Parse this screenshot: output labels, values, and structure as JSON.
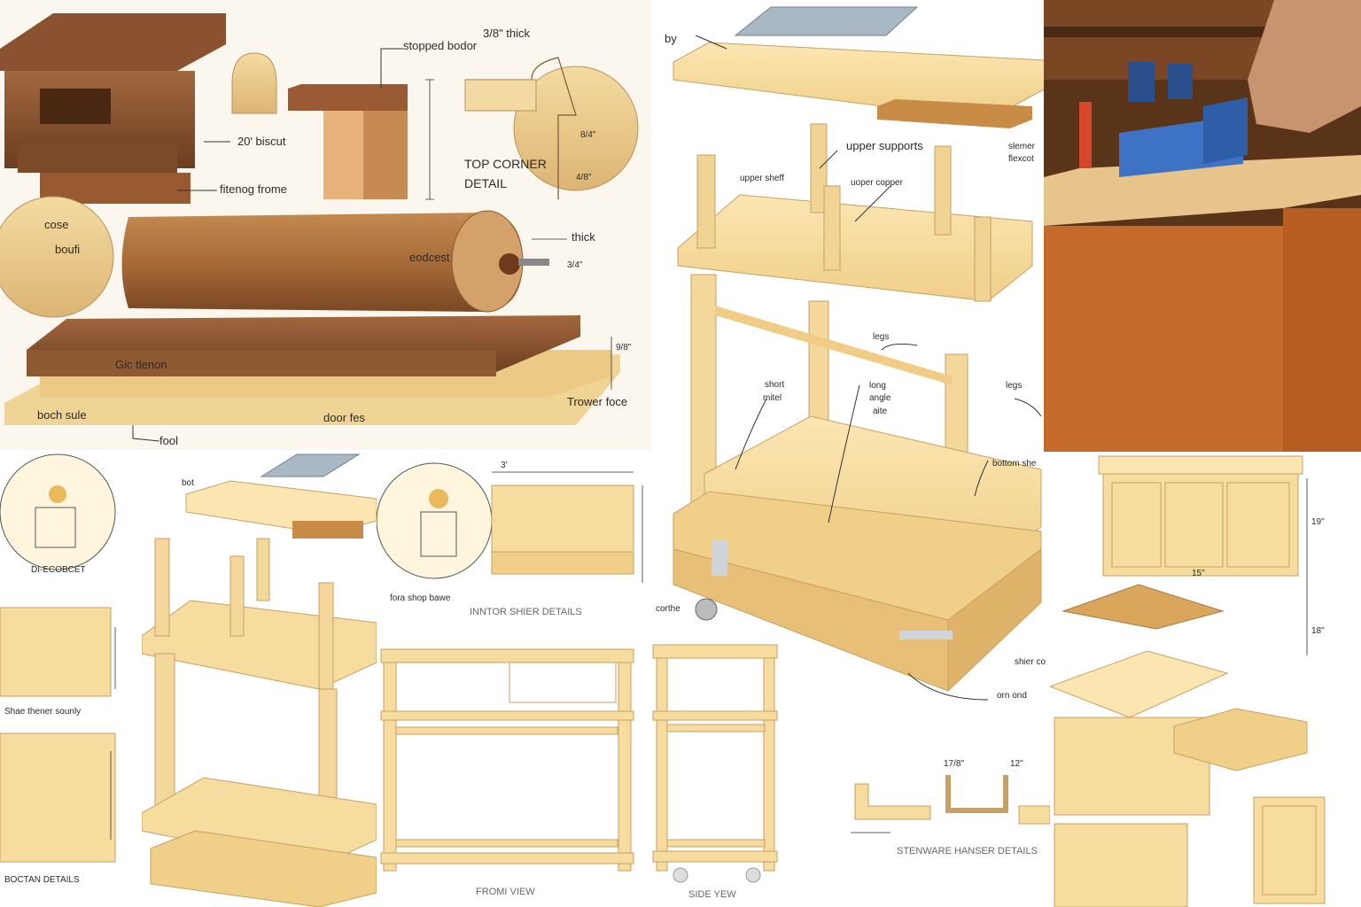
{
  "panel_a": {
    "labels": {
      "top_mark": "3/8\" thick",
      "stopped": "stopped bodor",
      "biscut": "20' biscut",
      "fitenog": "fitenog frome",
      "top_corner_1": "TOP CORNER",
      "top_corner_2": "DETAIL",
      "cose": "cose",
      "boufi": "boufi",
      "thick2": "thick",
      "eodcest": "eodcest",
      "frac1": "3/4\"",
      "frac2": "8/4\"",
      "frac3": "4/8\"",
      "tlenon": "Gic tlenon",
      "boch": "boch sule",
      "door": "door fes",
      "trower": "Trower foce",
      "fool": "fool",
      "frac4": "9/8\""
    }
  },
  "panel_b": {
    "labels": {
      "by": "by",
      "upper_shelf": "upper sheff",
      "upper_supports": "upper supports",
      "upper_copper": "uoper copper",
      "slemer": "slemer",
      "flexcot": "flexcot",
      "legs1": "legs",
      "legs2": "legs",
      "short": "short",
      "mitel": "mitel",
      "long1": "long",
      "long2": "angle",
      "long3": "aite",
      "bottom": "bottom she",
      "corthe": "corthe",
      "shier": "shier co",
      "orn": "orn ond"
    }
  },
  "panel_c": {
    "description_hidden": ""
  },
  "panel_d": {
    "labels": {
      "det": "DI-ECOBCET",
      "shae": "Shae thener sounly",
      "boctan": "BOCTAN DETAILS",
      "bot": "bot"
    }
  },
  "panel_e": {
    "labels": {
      "interior": "INNTOR SHIER DETAILS",
      "fora": "fora shop bawe",
      "dim": "3'"
    }
  },
  "panel_f": {
    "labels": {
      "front": "FROMI VIEW",
      "side": "SIDE YEW"
    }
  },
  "panel_g": {
    "labels": {
      "steware": "STENWARE HANSER DETAILS",
      "d1": "17/8\"",
      "d2": "12\""
    }
  },
  "panel_h": {
    "labels": {
      "dim1": "19\"",
      "dim2": "15\"",
      "dim3": "18\""
    }
  }
}
